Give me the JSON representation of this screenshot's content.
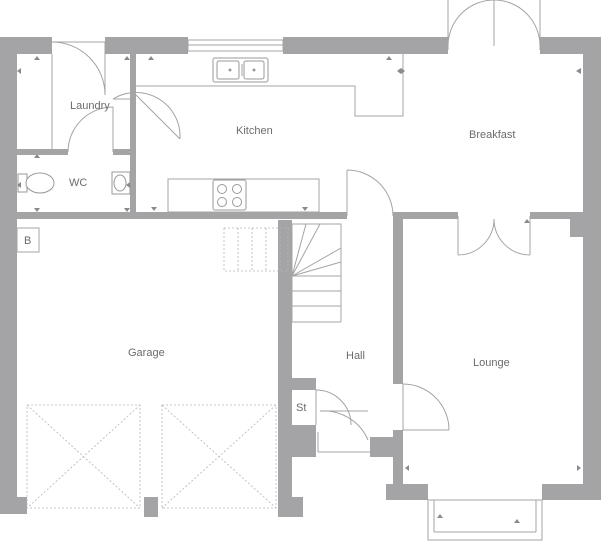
{
  "rooms": {
    "laundry": "Laundry",
    "kitchen": "Kitchen",
    "breakfast": "Breakfast",
    "wc": "WC",
    "boiler": "B",
    "garage": "Garage",
    "hall": "Hall",
    "store": "St",
    "lounge": "Lounge"
  },
  "colors": {
    "wall": "#a4a4a6",
    "line": "#a4a4a6",
    "label": "#6b6b6b",
    "background": "#ffffff"
  }
}
